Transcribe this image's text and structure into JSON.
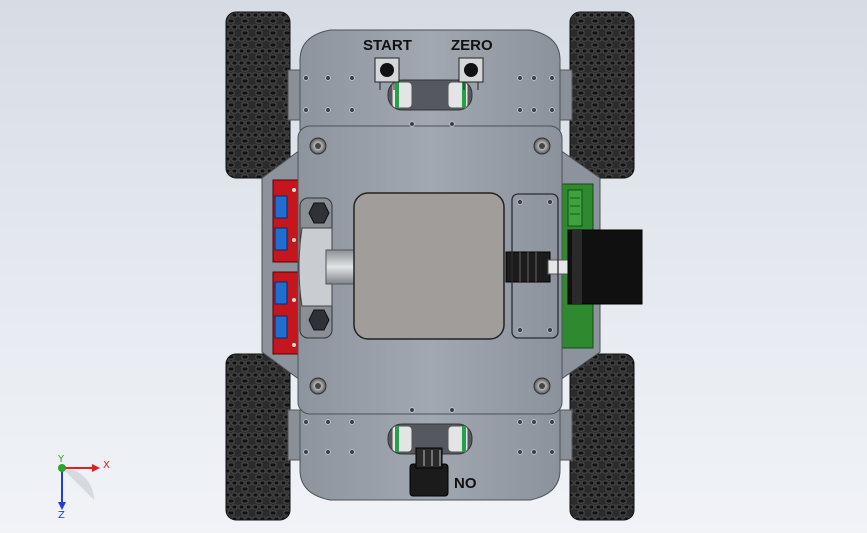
{
  "labels": {
    "start": "START",
    "zero": "ZERO",
    "on_off": "NO"
  },
  "triad": {
    "x": "X",
    "y": "Y",
    "z": "Z"
  },
  "colors": {
    "background_top": "#d7dce4",
    "plate": "#9aa0aa",
    "tire": "#2a2a2a",
    "motor_driver": "#c4161c",
    "terminal": "#1e6fd0",
    "encoder_board": "#2f8a2f",
    "battery": "#a19d9a",
    "axis_x": "#e21f1f",
    "axis_y": "#2aa52a",
    "axis_z": "#1f3ee0"
  }
}
